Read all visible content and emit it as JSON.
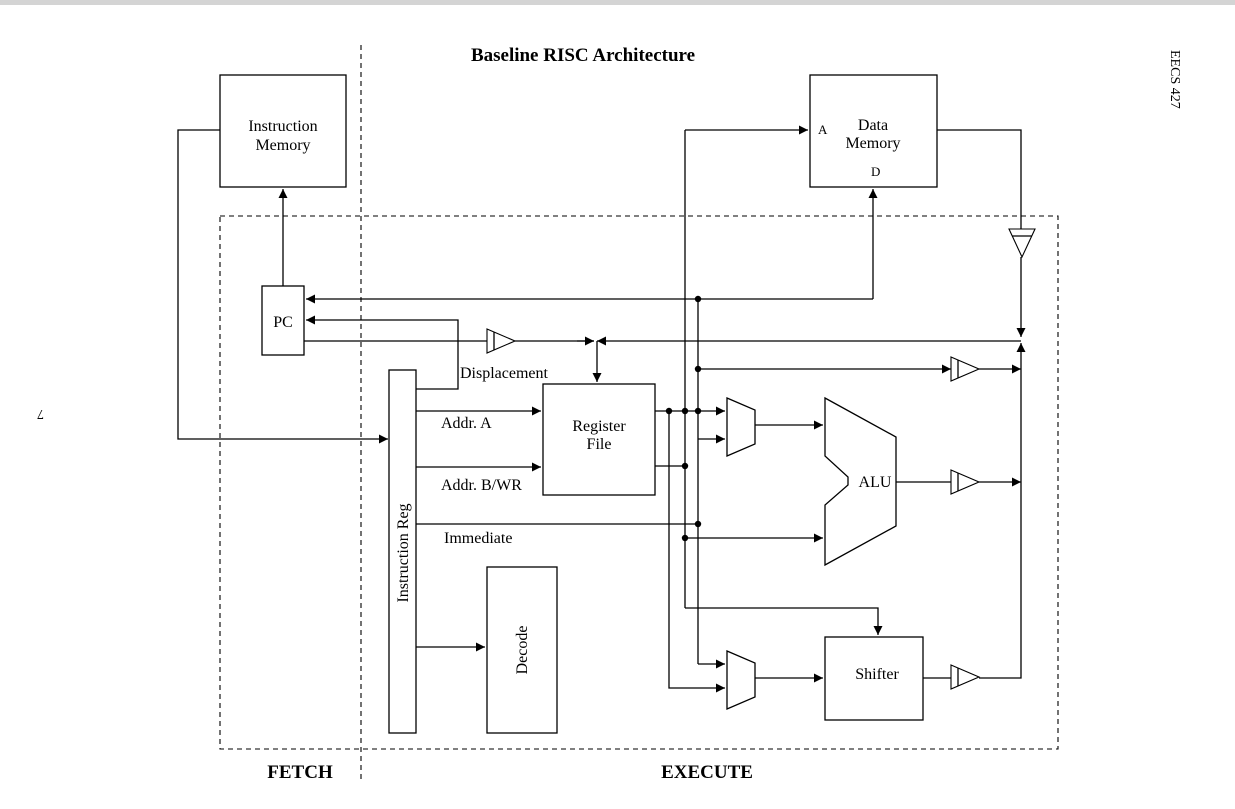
{
  "title": "Baseline RISC Architecture",
  "course": "EECS 427",
  "page_number": "7",
  "stages": {
    "fetch": "FETCH",
    "execute": "EXECUTE"
  },
  "blocks": {
    "instruction_memory": [
      "Instruction",
      "Memory"
    ],
    "data_memory": [
      "Data",
      "Memory"
    ],
    "data_memory_port_a": "A",
    "data_memory_port_d": "D",
    "pc": "PC",
    "register_file": [
      "Register",
      "File"
    ],
    "alu": "ALU",
    "shifter": "Shifter",
    "decode": "Decode",
    "instruction_reg": "Instruction Reg"
  },
  "signals": {
    "displacement": "Displacement",
    "addr_a": "Addr. A",
    "addr_b_wr": "Addr. B/WR",
    "immediate": "Immediate"
  }
}
